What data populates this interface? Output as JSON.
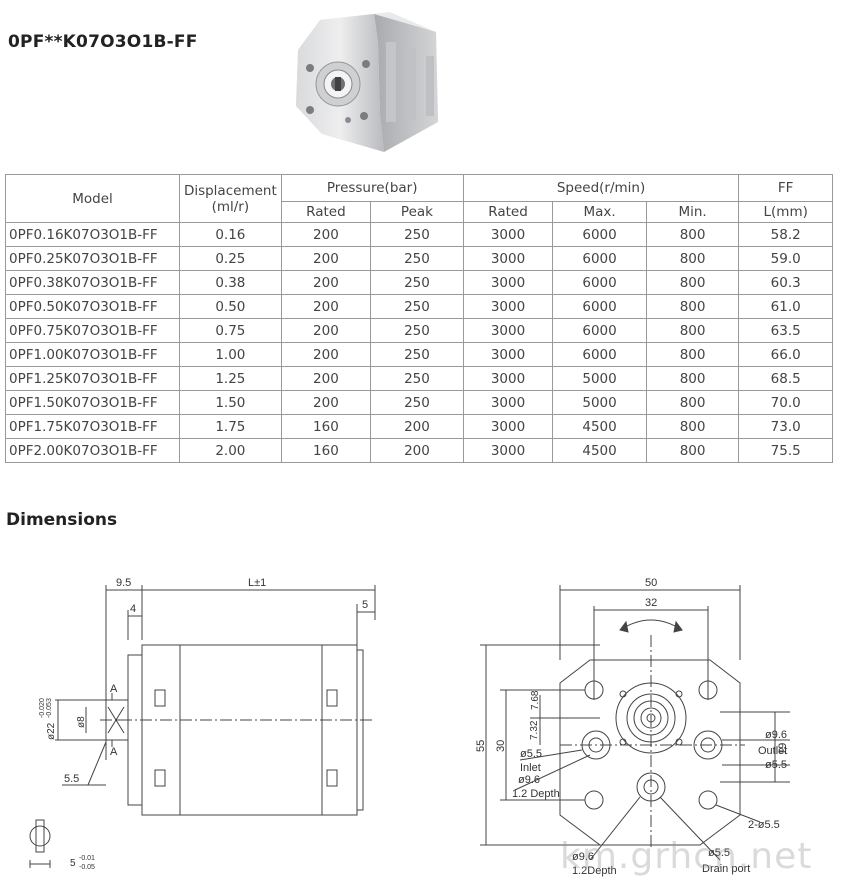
{
  "title": "0PF**K07O3O1B-FF",
  "table": {
    "headers": {
      "model": "Model",
      "displacement": "Displacement",
      "displacement_unit": "(ml/r)",
      "pressure": "Pressure(bar)",
      "speed": "Speed(r/min)",
      "ff": "FF",
      "rated": "Rated",
      "peak": "Peak",
      "speed_rated": "Rated",
      "max": "Max.",
      "min": "Min.",
      "length": "L(mm)"
    },
    "rows": [
      [
        "0PF0.16K07O3O1B-FF",
        "0.16",
        "200",
        "250",
        "3000",
        "6000",
        "800",
        "58.2"
      ],
      [
        "0PF0.25K07O3O1B-FF",
        "0.25",
        "200",
        "250",
        "3000",
        "6000",
        "800",
        "59.0"
      ],
      [
        "0PF0.38K07O3O1B-FF",
        "0.38",
        "200",
        "250",
        "3000",
        "6000",
        "800",
        "60.3"
      ],
      [
        "0PF0.50K07O3O1B-FF",
        "0.50",
        "200",
        "250",
        "3000",
        "6000",
        "800",
        "61.0"
      ],
      [
        "0PF0.75K07O3O1B-FF",
        "0.75",
        "200",
        "250",
        "3000",
        "6000",
        "800",
        "63.5"
      ],
      [
        "0PF1.00K07O3O1B-FF",
        "1.00",
        "200",
        "250",
        "3000",
        "6000",
        "800",
        "66.0"
      ],
      [
        "0PF1.25K07O3O1B-FF",
        "1.25",
        "200",
        "250",
        "3000",
        "5000",
        "800",
        "68.5"
      ],
      [
        "0PF1.50K07O3O1B-FF",
        "1.50",
        "200",
        "250",
        "3000",
        "5000",
        "800",
        "70.0"
      ],
      [
        "0PF1.75K07O3O1B-FF",
        "1.75",
        "160",
        "200",
        "3000",
        "4500",
        "800",
        "73.0"
      ],
      [
        "0PF2.00K07O3O1B-FF",
        "2.00",
        "160",
        "200",
        "3000",
        "4500",
        "800",
        "75.5"
      ]
    ]
  },
  "dimensions_heading": "Dimensions",
  "side_view": {
    "dim_9_5": "9.5",
    "dim_L": "L±1",
    "dim_4": "4",
    "dim_5": "5",
    "section_A_top": "A",
    "section_A_bottom": "A",
    "dim_shaft_dia": "ø22",
    "dim_shaft_tol_upper": "-0.020",
    "dim_shaft_tol_lower": "-0.053",
    "dim_phi8": "ø8",
    "dim_5_5": "5.5",
    "dim_key": "5",
    "dim_key_tol_upper": "-0.01",
    "dim_key_tol_lower": "-0.05"
  },
  "front_view": {
    "dim_50": "50",
    "dim_32": "32",
    "dim_55": "55",
    "dim_30": "30",
    "dim_7_32": "7.32",
    "dim_7_68": "7.68",
    "dim_19": "19",
    "inlet_phi5_5": "ø5.5",
    "inlet_label": "Inlet",
    "inlet_phi9_6": "ø9.6",
    "inlet_depth": "1.2 Depth",
    "outlet_phi9_6": "ø9.6",
    "outlet_label": "Outlet",
    "outlet_phi5_5": "ø5.5",
    "mount_holes": "2-ø5.5",
    "drain_phi9_6": "ø9.6",
    "drain_depth": "1.2Depth",
    "drain_phi5_5": "ø5.5",
    "drain_label": "Drain port"
  },
  "watermark": "km.grhcn.net"
}
